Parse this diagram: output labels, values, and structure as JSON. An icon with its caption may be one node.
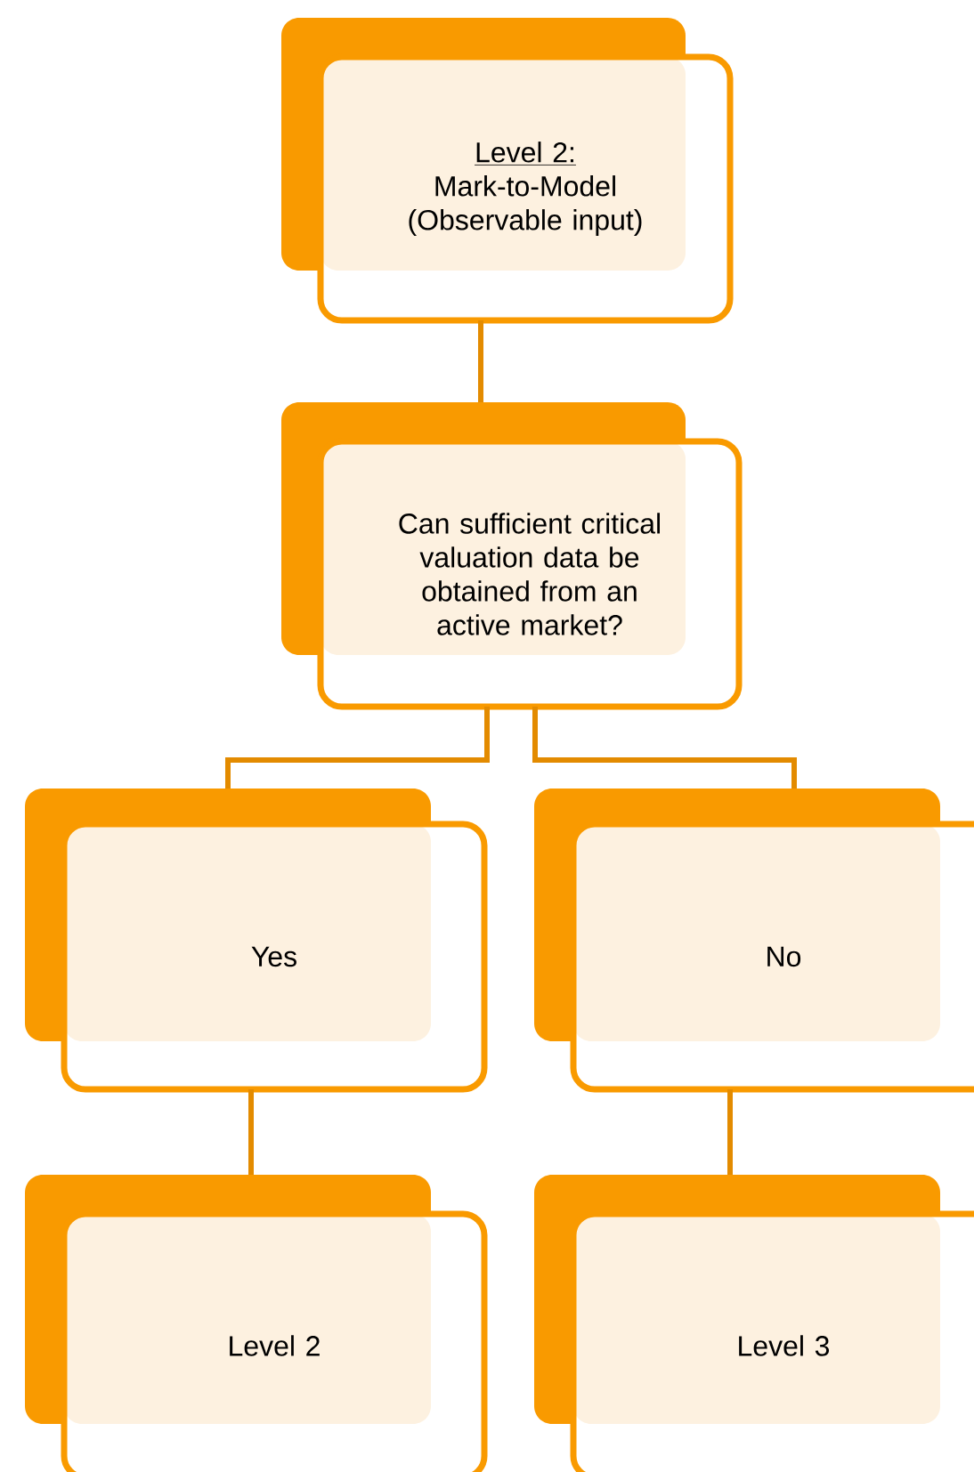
{
  "diagram": {
    "nodes": [
      {
        "text": [
          "Level 2:",
          "Mark-to-Model (Observable input)"
        ]
      },
      {
        "text": [
          "Can sufficient critical valuation data be obtained from an active market?"
        ]
      },
      {
        "text": [
          "Yes"
        ]
      },
      {
        "text": [
          "No"
        ]
      },
      {
        "text": [
          "Level 2"
        ]
      },
      {
        "text": [
          "Level 3"
        ]
      }
    ],
    "edges": [
      {
        "from": 0,
        "to": 1,
        "arrow": "none"
      },
      {
        "from": 1,
        "to": 2,
        "arrow": "none"
      },
      {
        "from": 1,
        "to": 3,
        "arrow": "none"
      },
      {
        "from": 2,
        "to": 4,
        "arrow": "none"
      },
      {
        "from": 3,
        "to": 5,
        "arrow": "none"
      }
    ]
  }
}
